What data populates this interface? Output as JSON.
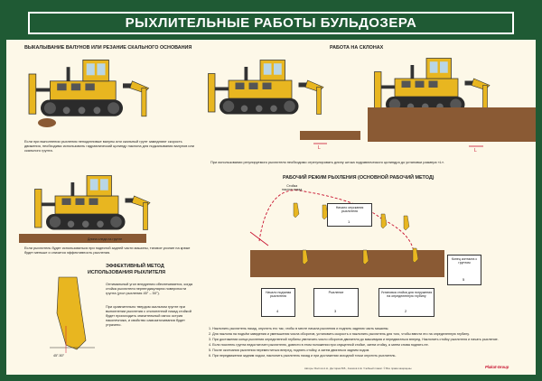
{
  "title": "РЫХЛИТЕЛЬНЫЕ РАБОТЫ БУЛЬДОЗЕРА",
  "sections": {
    "boulders": {
      "heading": "ВЫКАЛЫВАНИЕ ВАЛУНОВ ИЛИ РЕЗАНИЕ СКАЛЬНОГО ОСНОВАНИЯ",
      "caption": "Если при выполнении рыхления неподатливые валуны или скальный грунт замедляют скорость движения, необходимо использовать гидравлический цилиндр наклона для подкалывания валунов или скального грунта."
    },
    "slopes": {
      "heading": "РАБОТА НА СКЛОНАХ",
      "caption": "При использовании регулируемого рыхлителя необходимо отрегулировать длину штока гидравлического цилиндра до установки размера «L».",
      "dim_label": "L"
    },
    "trace": {
      "caption": "Если рыхлитель будет использоваться при поднятой задней части машины, тяговое усилие на крюке будет меньше и снизится эффективность рыхления.",
      "trace_label": "Длина следа на грунте"
    },
    "method": {
      "heading_line1": "ЭФФЕКТИВНЫЙ МЕТОД",
      "heading_line2": "ИСПОЛЬЗОВАНИЯ РЫХЛИТЕЛЯ",
      "caption1": "Оптимальный угол внедрения обеспечивается, когда стойка рыхлителя перпендикулярна поверхности грунта (угол рыхления 45° – 50°).",
      "caption2": "При сравнительно твердом скальном грунте при выполнении рыхления с отклоненной назад стойкой будет происходить значительный износ острия наконечника, и свойство самозаточивания будет утрачено.",
      "angle_label": "45°-50°"
    },
    "cycle": {
      "heading": "РАБОЧИЙ РЕЖИМ РЫХЛЕНИЯ (ОСНОВНОЙ РАБОЧИЙ МЕТОД)",
      "shank_label": "Стойка\nнаклон назад",
      "boxes": [
        {
          "text": "Начало опускания рыхлителя",
          "num": "1"
        },
        {
          "text": "Конец контакта с грунтом",
          "num": "5"
        },
        {
          "text": "Начало подъема рыхлителя",
          "num": "4"
        },
        {
          "text": "Рыхление",
          "num": "3"
        },
        {
          "text": "Установка стойки для погружения на определенную глубину",
          "num": "2"
        }
      ]
    }
  },
  "notes": [
    "1. Наклонить рыхлитель назад, опустить его так, чтобы в месте начала рыхления и поднять заднюю часть машины.",
    "2. Для наклона на подъём заведения и уменьшения числа оборотов, установить скорость и наклонить рыхлитель для того, чтобы ввести его на определенную глубину.",
    "3. При достижении конца рыхления определенной глубины увеличить число оборотов двигателя до максимума и передвигаться вперед. Наклонить стойку рыхлителя и начать рыхление.",
    "4. Если носитель грунта недостаточен рыхлителю, довести в этом положении при опущенной стойке, затем стойку, а затем снова поднять ее.",
    "5. После окончания рыхления переместиться вперед, поднять стойку, а затем двигаться задним ходом.",
    "6. При передвижении задним ходом, наклонить рыхлитель назад и при достижении исходной точки опустить рыхлитель."
  ],
  "credit": "Авторы: Болтов А.Н., Дегтярев В.В., Ачкасов А.Е. Учебный плакат. © Все права защищены.",
  "logo": "Plakat-Group",
  "colors": {
    "frame": "#1f5a34",
    "paper": "#fdf8e8",
    "dozer": "#e8b620",
    "soil": "#8a5a34",
    "accent": "#c8102e"
  }
}
